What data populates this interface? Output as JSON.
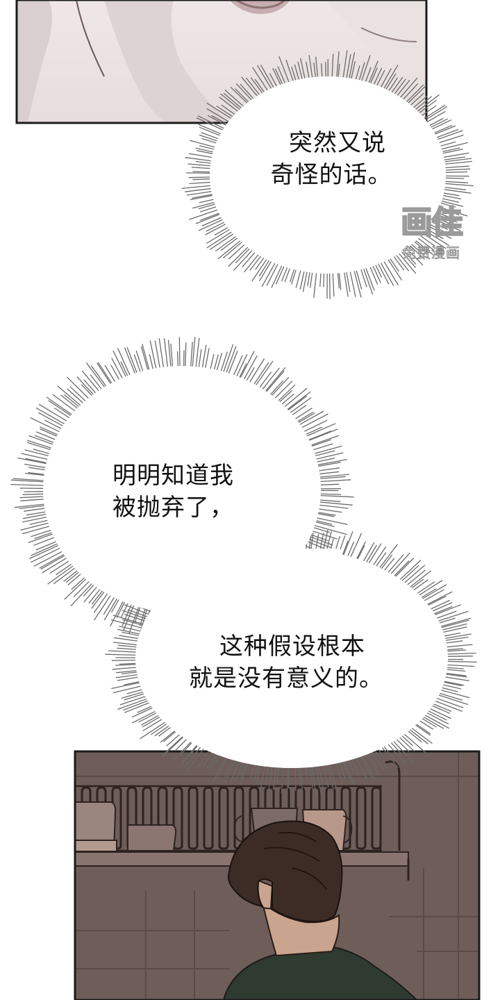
{
  "bubbles": [
    {
      "line1": "突然又说",
      "line2": "奇怪的话。"
    },
    {
      "line1": "明明知道我",
      "line2": "被抛弃了，"
    },
    {
      "line1": "这种假设根本",
      "line2": "就是没有意义的。"
    }
  ],
  "watermark": {
    "title": "画佳",
    "subtitle": "免费漫画"
  },
  "colors": {
    "panel_bg": "#6e5d59",
    "shirt": "#2f3b31",
    "hair": "#3d2c25",
    "skin": "#c9a58f"
  }
}
